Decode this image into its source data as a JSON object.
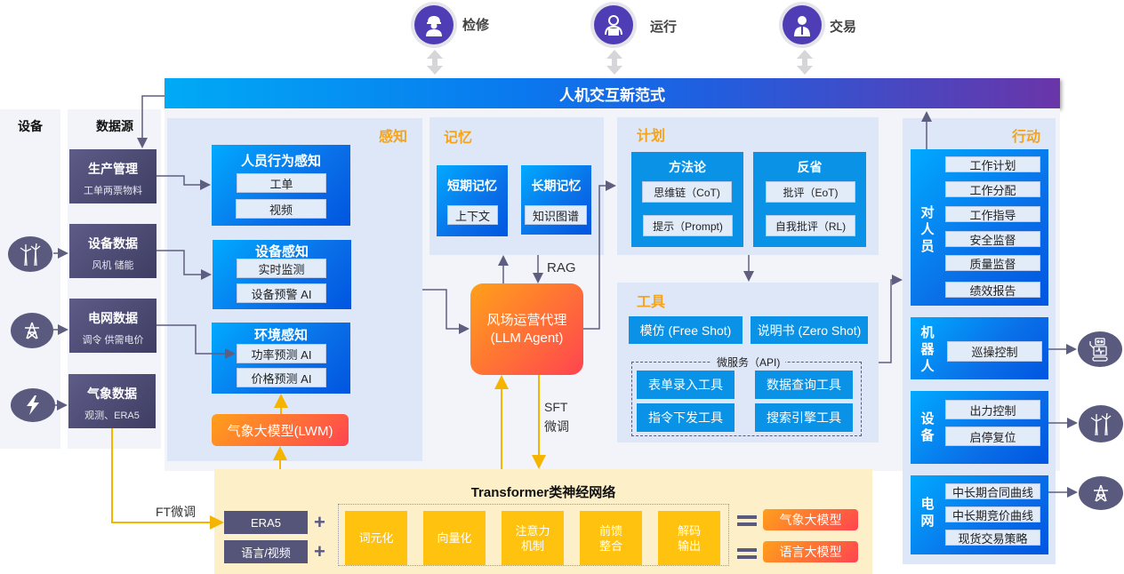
{
  "personas": [
    {
      "label": "检修",
      "icon": "maintenance-worker-icon"
    },
    {
      "label": "运行",
      "icon": "operator-icon"
    },
    {
      "label": "交易",
      "icon": "trader-icon"
    }
  ],
  "banner": {
    "title": "人机交互新范式"
  },
  "columns": {
    "devices": "设备",
    "sources": "数据源"
  },
  "sources": [
    {
      "title": "生产管理",
      "sub": "工单两票物料"
    },
    {
      "title": "设备数据",
      "sub": "风机 储能"
    },
    {
      "title": "电网数据",
      "sub": "调令 供需电价"
    },
    {
      "title": "气象数据",
      "sub": "观测、ERA5"
    }
  ],
  "perception": {
    "title": "感知",
    "groups": [
      {
        "title": "人员行为感知",
        "items": [
          "工单",
          "视频"
        ]
      },
      {
        "title": "设备感知",
        "items": [
          "实时监测",
          "设备预警 AI"
        ]
      },
      {
        "title": "环境感知",
        "items": [
          "功率预测 AI",
          "价格预测 AI"
        ]
      }
    ],
    "lwm": "气象大模型(LWM)"
  },
  "memory": {
    "title": "记忆",
    "short": {
      "title": "短期记忆",
      "item": "上下文"
    },
    "long": {
      "title": "长期记忆",
      "item": "知识图谱"
    },
    "rag": "RAG"
  },
  "agent": {
    "line1": "风场运营代理",
    "line2": "(LLM Agent)",
    "sft": "SFT",
    "sft2": "微调"
  },
  "planning": {
    "title": "计划",
    "method": {
      "title": "方法论",
      "items": [
        "思维链（CoT)",
        "提示（Prompt)"
      ]
    },
    "reflect": {
      "title": "反省",
      "items": [
        "批评（EoT)",
        "自我批评（RL)"
      ]
    }
  },
  "tools": {
    "title": "工具",
    "top": [
      "模仿 (Free Shot)",
      "说明书 (Zero Shot)"
    ],
    "micro_label": "微服务（API)",
    "micro": [
      "表单录入工具",
      "数据查询工具",
      "指令下发工具",
      "搜索引擎工具"
    ]
  },
  "action": {
    "title": "行动",
    "people": {
      "label": "对人员",
      "items": [
        "工作计划",
        "工作分配",
        "工作指导",
        "安全监督",
        "质量监督",
        "绩效报告"
      ]
    },
    "robot": {
      "label": "机器人",
      "items": [
        "巡操控制"
      ]
    },
    "device": {
      "label": "设备",
      "items": [
        "出力控制",
        "启停复位"
      ]
    },
    "grid": {
      "label": "电网",
      "items": [
        "中长期合同曲线",
        "中长期竞价曲线",
        "现货交易策略"
      ]
    }
  },
  "transformer": {
    "title": "Transformer类神经网络",
    "inputs": [
      "ERA5",
      "语言/视频"
    ],
    "steps": [
      [
        "词元化"
      ],
      [
        "向量化"
      ],
      [
        "注意力",
        "机制"
      ],
      [
        "前馈",
        "整合"
      ],
      [
        "解码",
        "输出"
      ]
    ],
    "outputs": [
      "气象大模型",
      "语言大模型"
    ],
    "ft": "FT微调"
  }
}
